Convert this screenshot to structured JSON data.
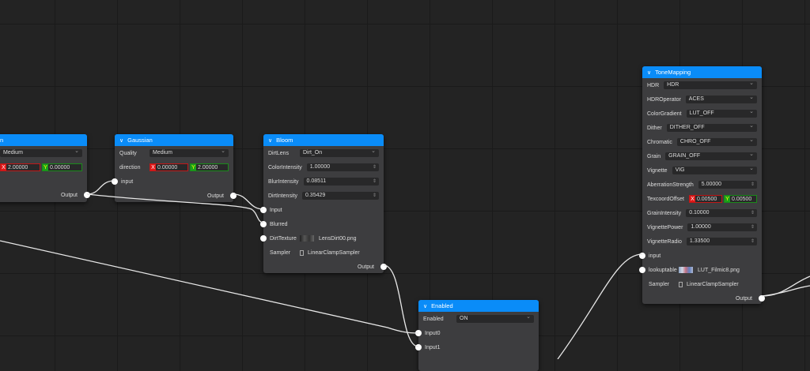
{
  "colors": {
    "header": "#0a8cf8",
    "node": "#3d3d3f",
    "background": "#232323"
  },
  "node_left": {
    "title": "n",
    "quality": "Medium",
    "x": "2.00000",
    "y": "0.00000",
    "output": "Output"
  },
  "gaussian": {
    "title": "Gaussian",
    "quality_label": "Quality",
    "quality": "Medium",
    "direction_label": "direction",
    "x": "0.00000",
    "y": "2.00000",
    "input": "input",
    "output": "Output"
  },
  "bloom": {
    "title": "Bloom",
    "dirtlens_label": "DirtLens",
    "dirtlens": "Dirt_On",
    "colorintensity_label": "ColorIntensity",
    "colorintensity": "1.00000",
    "blurintensity_label": "BlurIntensity",
    "blurintensity": "0.08511",
    "dirtintensity_label": "DirtIntensity",
    "dirtintensity": "0.35429",
    "input": "Input",
    "blurred": "Blurred",
    "dirttexture_label": "DirtTexture",
    "dirttexture": "LensDirt00.png",
    "sampler_label": "Sampler",
    "sampler": "LinearClampSampler",
    "output": "Output"
  },
  "enabled": {
    "title": "Enabled",
    "enabled_label": "Enabled",
    "enabled": "ON",
    "input0": "Input0",
    "input1": "Input1"
  },
  "tonemapping": {
    "title": "ToneMapping",
    "dropdowns": [
      {
        "label": "HDR",
        "value": "HDR"
      },
      {
        "label": "HDROperator",
        "value": "ACES"
      },
      {
        "label": "ColorGradient",
        "value": "LUT_OFF"
      },
      {
        "label": "Dither",
        "value": "DITHER_OFF"
      },
      {
        "label": "Chromatic",
        "value": "CHRO_OFF"
      },
      {
        "label": "Grain",
        "value": "GRAIN_OFF"
      },
      {
        "label": "Vignette",
        "value": "VIG"
      }
    ],
    "aberration_label": "AberrationStrength",
    "aberration": "5.00000",
    "texcoord_label": "TexcoordOffset",
    "texcoord_x": "0.00500",
    "texcoord_y": "0.00500",
    "grainintensity_label": "GrainIntensity",
    "grainintensity": "0.10000",
    "vignettepower_label": "VignettePower",
    "vignettepower": "1.00000",
    "vignetteradio_label": "VignetteRadio",
    "vignetteradio": "1.33500",
    "input": "input",
    "lookuptable_label": "lookuptable",
    "lookuptable": "LUT_Filmic8.png",
    "sampler_label": "Sampler",
    "sampler": "LinearClampSampler",
    "output": "Output"
  }
}
